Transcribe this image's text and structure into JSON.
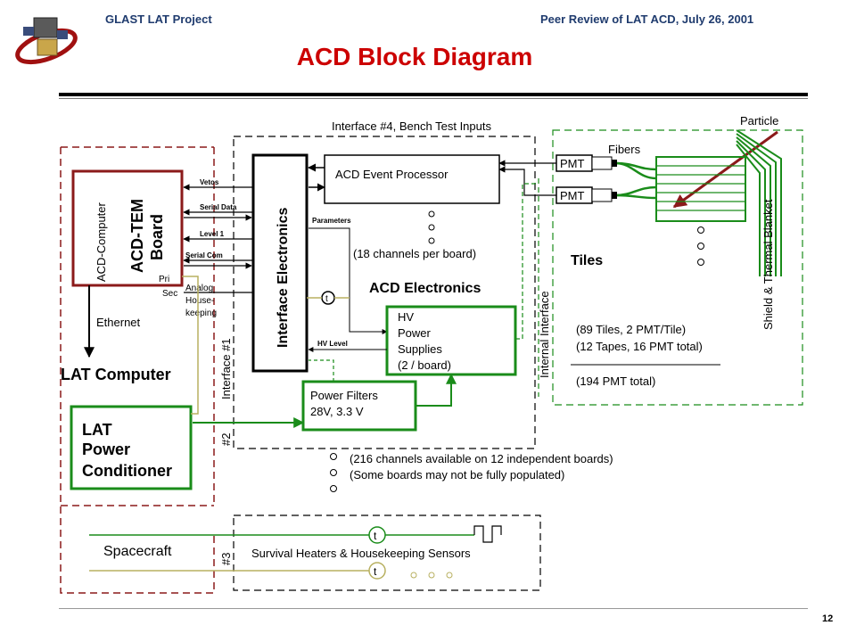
{
  "header": {
    "left": "GLAST LAT Project",
    "right": "Peer Review of LAT ACD, July 26, 2001",
    "title": "ACD Block Diagram",
    "page_number": "12"
  },
  "diagram": {
    "interface4": "Interface #4, Bench Test Inputs",
    "particle": "Particle",
    "fibers": "Fibers",
    "pmt_top": "PMT",
    "pmt_bottom": "PMT",
    "acd_computer": "ACD-Computer",
    "acd_tem_line1": "ACD-TEM",
    "acd_tem_line2": "Board",
    "vetos": "Vetos",
    "serial_data": "Serial Data",
    "level1": "Level 1",
    "serial_com": "Serial Com",
    "pri": "Pri",
    "sec": "Sec",
    "analog_line1": "Analog",
    "analog_line2": "House-",
    "analog_line3": "keeping",
    "interface_electronics": "Interface Electronics",
    "event_processor": "ACD Event Processor",
    "parameters": "Parameters",
    "channels_per_board": "(18 channels per board)",
    "acd_electronics": "ACD Electronics",
    "hv_line1": "HV",
    "hv_line2": "Power",
    "hv_line3": "Supplies",
    "hv_line4": "(2 / board)",
    "hv_level": "HV Level",
    "thermostat_small": "t",
    "tiles": "Tiles",
    "internal_interface": "Internal Interface",
    "shield": "Shield & Thermal Blanket",
    "tiles_note1": "(89 Tiles, 2 PMT/Tile)",
    "tiles_note2": "(12  Tapes, 16 PMT total)",
    "tiles_note3": "(194 PMT total)",
    "ethernet": "Ethernet",
    "lat_computer": "LAT Computer",
    "interface1": "Interface #1",
    "interface2": "#2",
    "power_filters_line1": "Power Filters",
    "power_filters_line2": "28V, 3.3 V",
    "lpc_line1": "LAT",
    "lpc_line2": "Power",
    "lpc_line3": "Conditioner",
    "avail_note1": "(216 channels available on 12 independent boards)",
    "avail_note2": "(Some boards may not be fully populated)",
    "spacecraft": "Spacecraft",
    "interface3": "#3",
    "survival": "Survival Heaters & Housekeeping Sensors",
    "thermostat_top": "t",
    "thermostat_bottom": "t"
  },
  "colors": {
    "header_text": "#1f3b6e",
    "title": "#cc0000",
    "green_box": "#1a8c1a",
    "maroon_box": "#8b1a1a",
    "olive_line": "#b8b060",
    "particle_arrow": "#8b1a1a"
  }
}
